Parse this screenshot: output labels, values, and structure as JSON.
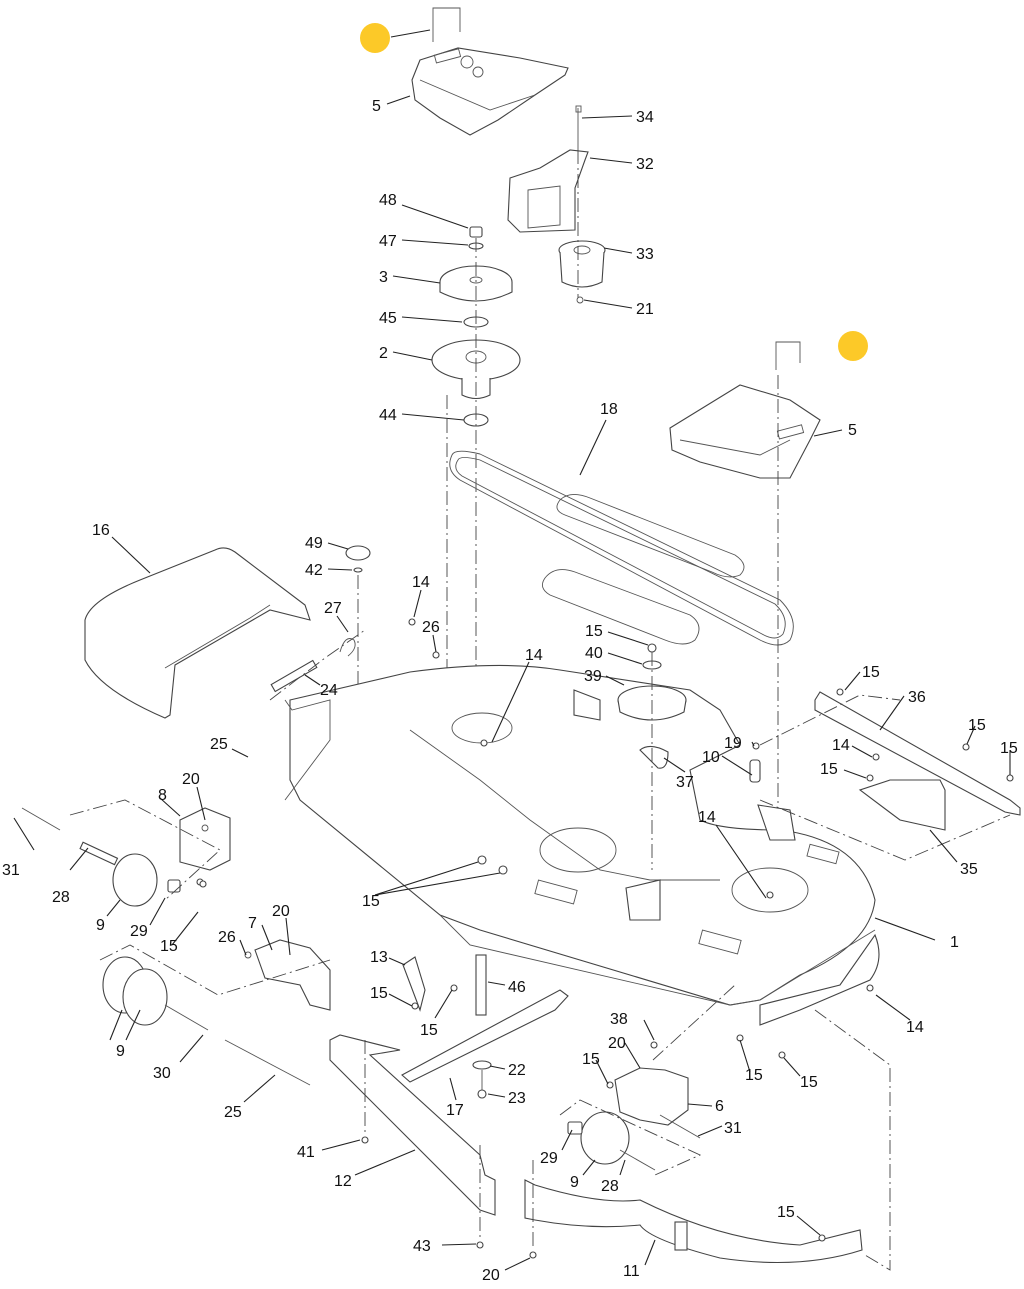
{
  "diagram": {
    "title": "Mower deck assembly exploded parts view",
    "highlight_color": "#FCC928",
    "highlights": [
      {
        "id": "hl-1",
        "refers_to": "U-bolt above upper cover 5"
      },
      {
        "id": "hl-2",
        "refers_to": "U-bolt above right cover 5"
      }
    ],
    "callouts": [
      {
        "label": "5"
      },
      {
        "label": "34"
      },
      {
        "label": "32"
      },
      {
        "label": "48"
      },
      {
        "label": "47"
      },
      {
        "label": "33"
      },
      {
        "label": "3"
      },
      {
        "label": "21"
      },
      {
        "label": "45"
      },
      {
        "label": "2"
      },
      {
        "label": "44"
      },
      {
        "label": "18"
      },
      {
        "label": "5"
      },
      {
        "label": "16"
      },
      {
        "label": "49"
      },
      {
        "label": "42"
      },
      {
        "label": "14"
      },
      {
        "label": "27"
      },
      {
        "label": "26"
      },
      {
        "label": "24"
      },
      {
        "label": "14"
      },
      {
        "label": "15"
      },
      {
        "label": "40"
      },
      {
        "label": "39"
      },
      {
        "label": "15"
      },
      {
        "label": "36"
      },
      {
        "label": "25"
      },
      {
        "label": "19"
      },
      {
        "label": "10"
      },
      {
        "label": "14"
      },
      {
        "label": "15"
      },
      {
        "label": "15"
      },
      {
        "label": "15"
      },
      {
        "label": "37"
      },
      {
        "label": "20"
      },
      {
        "label": "8"
      },
      {
        "label": "31"
      },
      {
        "label": "14"
      },
      {
        "label": "35"
      },
      {
        "label": "28"
      },
      {
        "label": "15"
      },
      {
        "label": "9"
      },
      {
        "label": "29"
      },
      {
        "label": "15"
      },
      {
        "label": "1"
      },
      {
        "label": "26"
      },
      {
        "label": "7"
      },
      {
        "label": "20"
      },
      {
        "label": "13"
      },
      {
        "label": "46"
      },
      {
        "label": "15"
      },
      {
        "label": "15"
      },
      {
        "label": "9"
      },
      {
        "label": "14"
      },
      {
        "label": "38"
      },
      {
        "label": "30"
      },
      {
        "label": "20"
      },
      {
        "label": "15"
      },
      {
        "label": "22"
      },
      {
        "label": "15"
      },
      {
        "label": "15"
      },
      {
        "label": "23"
      },
      {
        "label": "25"
      },
      {
        "label": "17"
      },
      {
        "label": "6"
      },
      {
        "label": "31"
      },
      {
        "label": "41"
      },
      {
        "label": "29"
      },
      {
        "label": "12"
      },
      {
        "label": "9"
      },
      {
        "label": "28"
      },
      {
        "label": "15"
      },
      {
        "label": "43"
      },
      {
        "label": "20"
      },
      {
        "label": "11"
      }
    ]
  }
}
